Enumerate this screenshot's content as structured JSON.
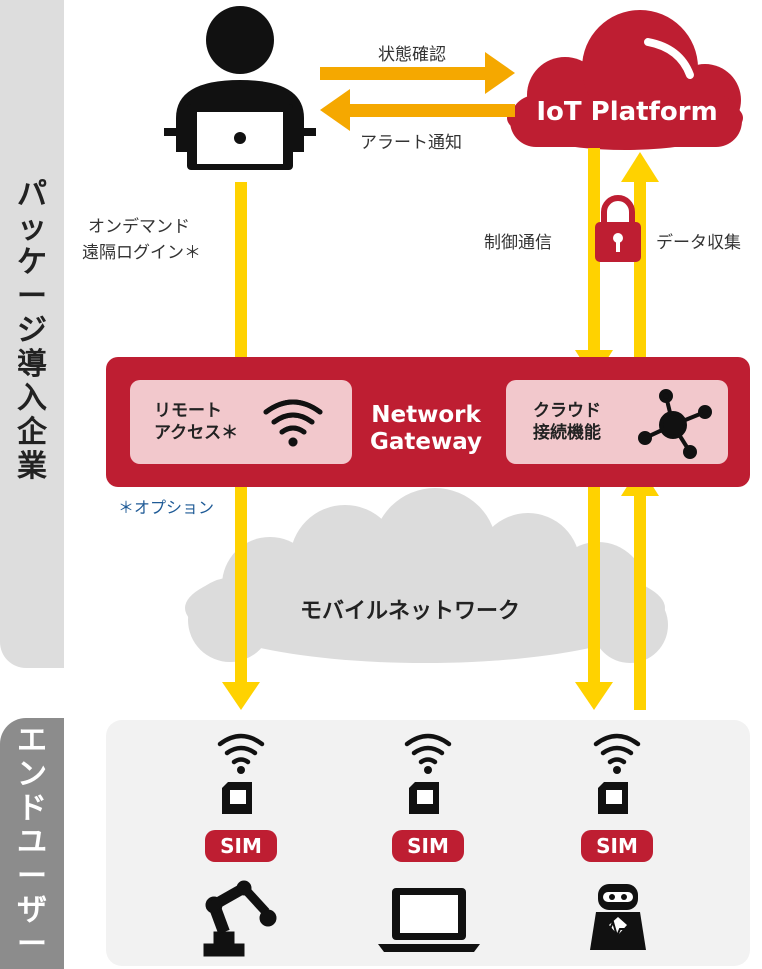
{
  "sidebar": {
    "company_label": "パッケージ導入企業",
    "enduser_label": "エンドユーザー"
  },
  "platform": {
    "name": "IoT Platform"
  },
  "arrows": {
    "status_check": "状態確認",
    "alert_notify": "アラート通知",
    "remote_login_1": "オンデマンド",
    "remote_login_2": "遠隔ログイン＊",
    "control_comm": "制御通信",
    "data_collect": "データ収集"
  },
  "gateway": {
    "title_1": "Network",
    "title_2": "Gateway",
    "remote_access_1": "リモート",
    "remote_access_2": "アクセス＊",
    "cloud_conn_1": "クラウド",
    "cloud_conn_2": "接続機能"
  },
  "option_note": "＊オプション",
  "network": {
    "label": "モバイルネットワーク"
  },
  "devices": [
    {
      "sim": "SIM",
      "device": "robot-arm"
    },
    {
      "sim": "SIM",
      "device": "laptop"
    },
    {
      "sim": "SIM",
      "device": "service-robot"
    }
  ],
  "colors": {
    "brand_red": "#be1e32",
    "arrow_orange": "#f5a800",
    "arrow_yellow": "#ffd200",
    "pink": "#f2c8cc"
  }
}
